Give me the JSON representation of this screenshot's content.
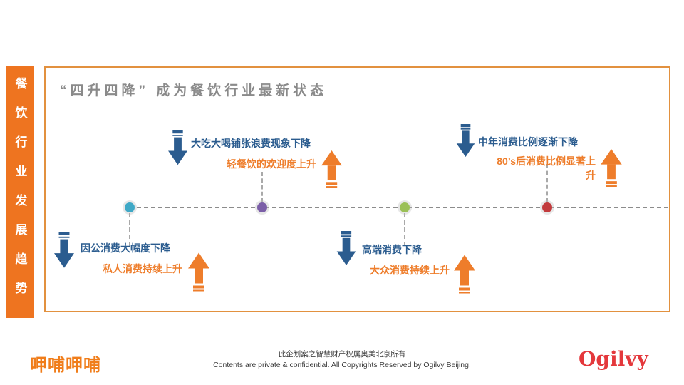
{
  "colors": {
    "sidebar_bg": "#EE7420",
    "box_border": "#E2913F",
    "title_gray": "#8A8A8A",
    "blue": "#2B5C8F",
    "orange": "#EE7D2B",
    "dash_gray": "#8C8C8C",
    "logo_orange": "#F07D1A",
    "ogilvy_red": "#E4383C"
  },
  "sidebar": {
    "label": "餐饮行业发展趋势"
  },
  "slide": {
    "title": "“四升四降” 成为餐饮行业最新状态"
  },
  "timeline": {
    "items": [
      {
        "dot_color": "#3FA8C6",
        "placement": "below",
        "down_label": "因公消费大幅度下降",
        "up_label": "私人消费持续上升"
      },
      {
        "dot_color": "#7B5EA7",
        "placement": "above",
        "down_label": "大吃大喝铺张浪费现象下降",
        "up_label": "轻餐饮的欢迎度上升"
      },
      {
        "dot_color": "#9BC057",
        "placement": "below",
        "down_label": "高端消费下降",
        "up_label": "大众消费持续上升"
      },
      {
        "dot_color": "#C23B3D",
        "placement": "above",
        "down_label": "中年消费比例逐渐下降",
        "up_label": "80’s后消费比例显著上升"
      }
    ]
  },
  "footer": {
    "client_logo": "呷哺呷哺",
    "copyright_cn": "此企划案之智慧财产权属奥美北京所有",
    "copyright_en": "Contents are private & confidential. All Copyrights Reserved by Ogilvy  Beijing.",
    "agency_logo": "Ogilvy"
  }
}
